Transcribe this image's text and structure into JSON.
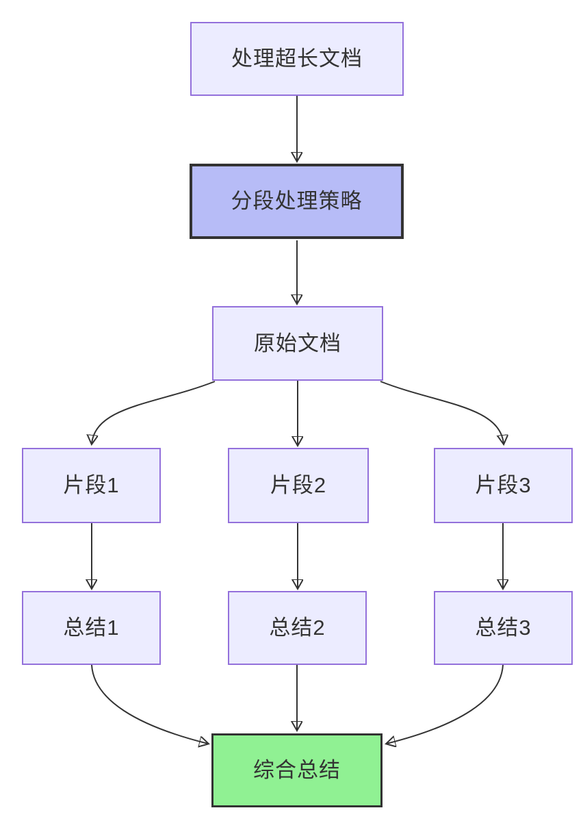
{
  "diagram": {
    "type": "flowchart",
    "direction": "top-down",
    "nodes": [
      {
        "id": "start",
        "label": "处理超长文档",
        "style": "default"
      },
      {
        "id": "strategy",
        "label": "分段处理策略",
        "style": "highlight-purple"
      },
      {
        "id": "doc",
        "label": "原始文档",
        "style": "default"
      },
      {
        "id": "chunk1",
        "label": "片段1",
        "style": "default"
      },
      {
        "id": "chunk2",
        "label": "片段2",
        "style": "default"
      },
      {
        "id": "chunk3",
        "label": "片段3",
        "style": "default"
      },
      {
        "id": "summary1",
        "label": "总结1",
        "style": "default"
      },
      {
        "id": "summary2",
        "label": "总结2",
        "style": "default"
      },
      {
        "id": "summary3",
        "label": "总结3",
        "style": "default"
      },
      {
        "id": "final",
        "label": "综合总结",
        "style": "highlight-green"
      }
    ],
    "edges": [
      {
        "from": "start",
        "to": "strategy"
      },
      {
        "from": "strategy",
        "to": "doc"
      },
      {
        "from": "doc",
        "to": "chunk1"
      },
      {
        "from": "doc",
        "to": "chunk2"
      },
      {
        "from": "doc",
        "to": "chunk3"
      },
      {
        "from": "chunk1",
        "to": "summary1"
      },
      {
        "from": "chunk2",
        "to": "summary2"
      },
      {
        "from": "chunk3",
        "to": "summary3"
      },
      {
        "from": "summary1",
        "to": "final"
      },
      {
        "from": "summary2",
        "to": "final"
      },
      {
        "from": "summary3",
        "to": "final"
      }
    ],
    "colors": {
      "node_fill": "#ECECFF",
      "node_border": "#9370DB",
      "highlight_purple_fill": "#B7BCF7",
      "highlight_green_fill": "#90F193",
      "highlight_border": "#333333",
      "edge": "#333333",
      "text": "#333333",
      "background": "#FFFFFF"
    }
  }
}
